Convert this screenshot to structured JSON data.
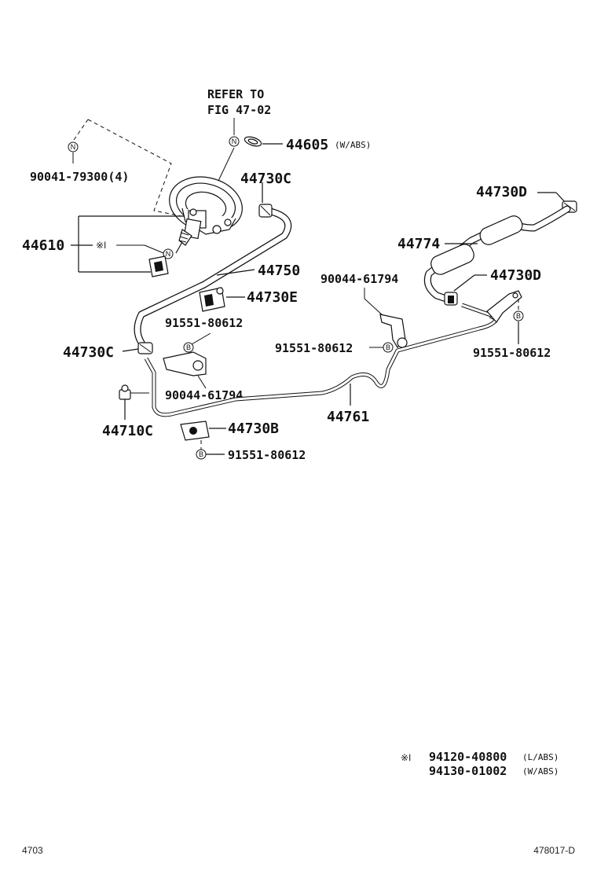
{
  "refer": {
    "line1": "REFER TO",
    "line2": "FIG 47-02"
  },
  "labels": {
    "p44605": "44605",
    "p44605_note": "(W/ABS)",
    "p90041": "90041-79300(4)",
    "p44730C_top": "44730C",
    "p44730D_top": "44730D",
    "p44774": "44774",
    "p44610": "44610",
    "ref_mark": "※I",
    "p44750": "44750",
    "p90044_right": "90044-61794",
    "p44730D_mid": "44730D",
    "p44730E": "44730E",
    "p91551_a": "91551-80612",
    "p44730C_left": "44730C",
    "p91551_b": "91551-80612",
    "p91551_c": "91551-80612",
    "p90044_left": "90044-61794",
    "p44761": "44761",
    "p44710C": "44710C",
    "p44730B": "44730B",
    "p91551_d": "91551-80612"
  },
  "symbols": {
    "n": "N",
    "b": "B"
  },
  "legend": {
    "mark": "※I",
    "row1_part": "94120-40800",
    "row1_note": "(L/ABS)",
    "row2_part": "94130-01002",
    "row2_note": "(W/ABS)"
  },
  "footer": {
    "left": "4703",
    "right": "478017-D"
  }
}
